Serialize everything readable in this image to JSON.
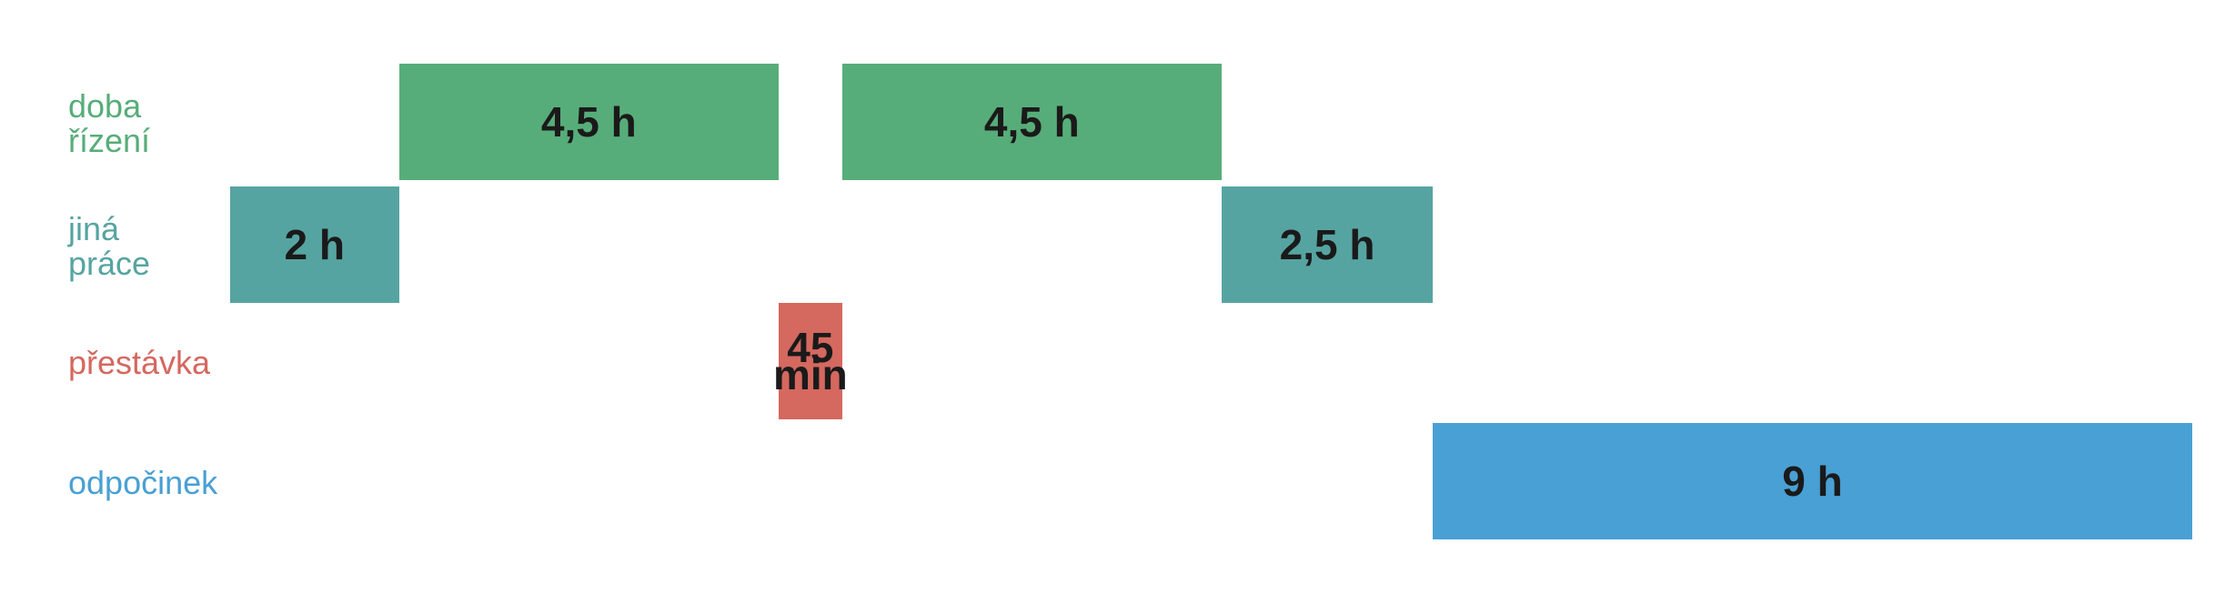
{
  "chart_data": {
    "type": "bar",
    "orientation": "horizontal-timeline",
    "title": "",
    "xlabel": "",
    "ylabel": "",
    "time_unit": "h",
    "xlim": [
      0,
      23.25
    ],
    "rows": [
      {
        "key": "rizeni",
        "label_lines": [
          "doba",
          "řízení"
        ],
        "color": "#57ad79"
      },
      {
        "key": "prace",
        "label_lines": [
          "jiná",
          "práce"
        ],
        "color": "#56a4a1"
      },
      {
        "key": "prestavka",
        "label_lines": [
          "přestávka"
        ],
        "color": "#d5685f"
      },
      {
        "key": "odpocinek",
        "label_lines": [
          "odpočinek"
        ],
        "color": "#49a0d4"
      }
    ],
    "segments": [
      {
        "row": "prace",
        "start": 0,
        "duration": 2,
        "label": "2 h"
      },
      {
        "row": "rizeni",
        "start": 2,
        "duration": 4.5,
        "label": "4,5 h"
      },
      {
        "row": "prestavka",
        "start": 6.5,
        "duration": 0.75,
        "label": "45 min"
      },
      {
        "row": "rizeni",
        "start": 7.25,
        "duration": 4.5,
        "label": "4,5 h"
      },
      {
        "row": "prace",
        "start": 11.75,
        "duration": 2.5,
        "label": "2,5 h"
      },
      {
        "row": "odpocinek",
        "start": 14.25,
        "duration": 9,
        "label": "9 h"
      }
    ]
  }
}
